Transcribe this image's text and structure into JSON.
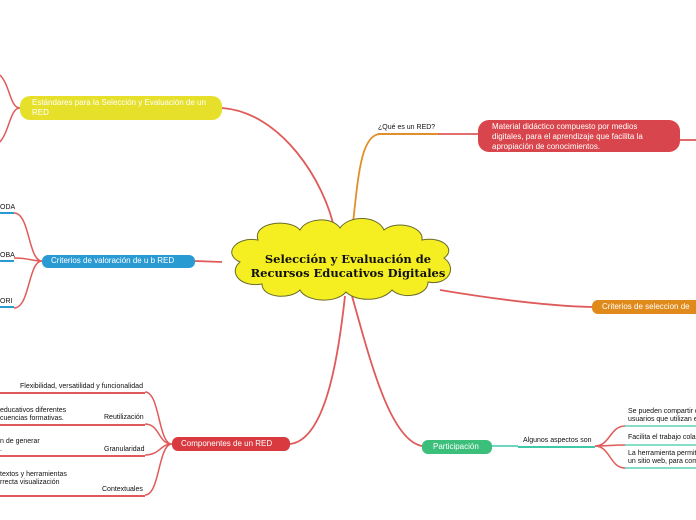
{
  "central": {
    "title": "Selección y Evaluación de Recursos Educativos Digitales"
  },
  "branches": {
    "estandares": {
      "label": "Estándares para la Selección y Evaluación de un RED",
      "color": "#e6e02b"
    },
    "que_es": {
      "question": "¿Qué es un RED?",
      "answer": "Material didáctico compuesto por medios digitales, para el aprendizaje que facilita la apropiación de conocimientos.",
      "color": "#d9454c"
    },
    "criterios_valoracion": {
      "label": "Criterios de valoración de u b RED",
      "color": "#2a9ad3",
      "items": [
        "ODA",
        "OBA",
        "ORI"
      ]
    },
    "criterios_seleccion": {
      "label": "Criterios de seleccion de",
      "color": "#e08a1c"
    },
    "componentes": {
      "label": "Componentes de un RED",
      "color": "#d93a40",
      "items": [
        {
          "title": "Flexibilidad, versatilidad y funcionalidad",
          "desc": []
        },
        {
          "title": "Reutilización",
          "desc": [
            "educativos diferentes",
            "cuencias formativas."
          ]
        },
        {
          "title": "Granularidad",
          "desc": [
            "n de generar",
            "."
          ]
        },
        {
          "title": "Contextuales",
          "desc": [
            "textos y herramientas",
            "rrecta visualización"
          ]
        }
      ]
    },
    "participacion": {
      "label": "Participación",
      "color": "#3bbf7a",
      "sub_label": "Algunos aspectos son",
      "items": [
        {
          "lines": [
            "Se pueden compartir c",
            "usuarios que utilizan e"
          ]
        },
        {
          "lines": [
            "Facilita el trabajo cola"
          ]
        },
        {
          "lines": [
            "La herramienta permit",
            "un sitio web, para com"
          ]
        }
      ]
    }
  },
  "colors": {
    "cloud_fill": "#f5ef22",
    "cloud_stroke": "#6b6b2a",
    "link_red": "#e05a5a",
    "link_orange": "#e0902a",
    "link_teal": "#3fc9a8"
  }
}
